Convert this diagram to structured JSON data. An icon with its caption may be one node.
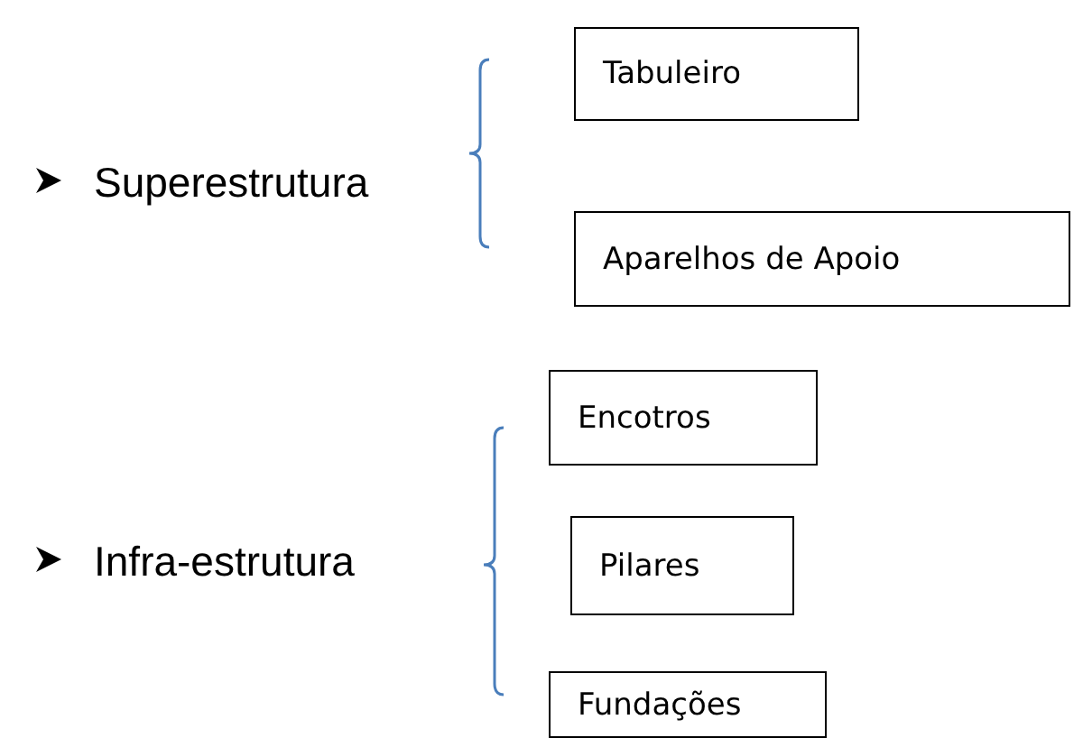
{
  "diagram": {
    "nodes": [
      {
        "text": [
          "Tabuleiro"
        ]
      },
      {
        "text": [
          "Aparelhos de Apoio"
        ]
      },
      {
        "text": [
          "Encotros"
        ]
      },
      {
        "text": [
          "Pilares"
        ]
      },
      {
        "text": [
          "Fundações"
        ]
      }
    ],
    "labels": [
      "Superestrutura",
      "Infra-estrutura"
    ]
  }
}
